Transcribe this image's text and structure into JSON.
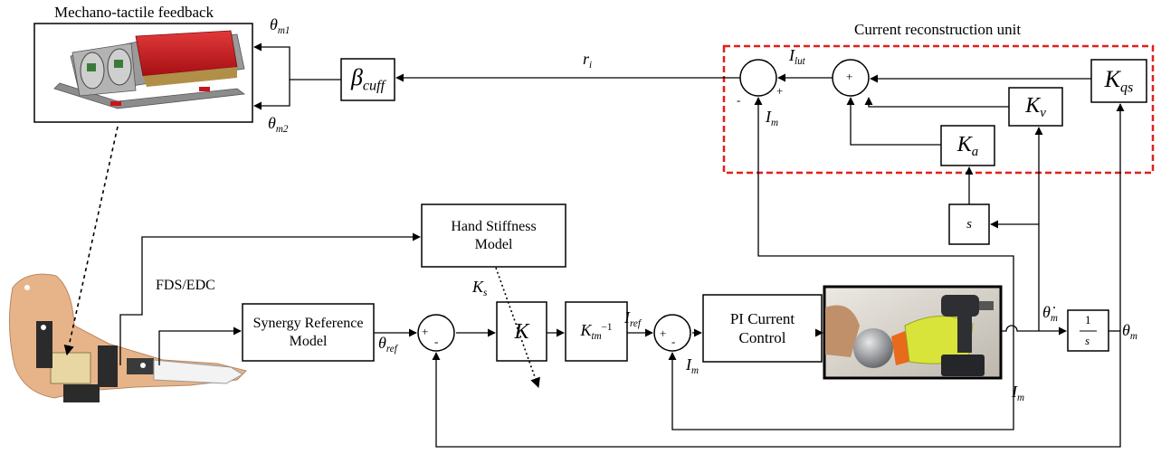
{
  "titles": {
    "feedback": "Mechano-tactile feedback",
    "reconstruction": "Current reconstruction unit"
  },
  "blocks": {
    "beta_cuff": {
      "main": "β",
      "sub": "cuff"
    },
    "k_qs": {
      "main": "K",
      "sub": "qs"
    },
    "k_v": {
      "main": "K",
      "sub": "v"
    },
    "k_a": {
      "main": "K",
      "sub": "a"
    },
    "s": "s",
    "hand_stiffness_1": "Hand Stiffness",
    "hand_stiffness_2": "Model",
    "synergy_1": "Synergy Reference",
    "synergy_2": "Model",
    "k": "K",
    "ktm": {
      "main": "K",
      "sub": "tm",
      "sup": "−1"
    },
    "pi_1": "PI Current",
    "pi_2": "Control",
    "integrator_num": "1",
    "integrator_den": "s"
  },
  "signals": {
    "theta_m1": {
      "main": "θ",
      "sub": "m1"
    },
    "theta_m2": {
      "main": "θ",
      "sub": "m2"
    },
    "r_i": {
      "main": "r",
      "sub": "i"
    },
    "i_lut": {
      "main": "I",
      "sub": "lut"
    },
    "i_m_top": {
      "main": "I",
      "sub": "m"
    },
    "fds_edc": "FDS/EDC",
    "k_s": {
      "main": "K",
      "sub": "s"
    },
    "i_ref": {
      "main": "I",
      "sub": "ref"
    },
    "theta_ref": {
      "main": "θ",
      "sub": "ref"
    },
    "i_m_mid": {
      "main": "I",
      "sub": "m"
    },
    "i_m_bottom": {
      "main": "I",
      "sub": "m"
    },
    "theta_dot_m": {
      "main": "θ̇",
      "sub": "m"
    },
    "theta_m": {
      "main": "θ",
      "sub": "m"
    }
  },
  "sum_signs": {
    "recon_left_minus": "-",
    "recon_left_plus": "+",
    "recon_right_plus": "+",
    "ref_plus": "+",
    "ref_minus": "-",
    "cur_plus": "+",
    "cur_minus": "-"
  },
  "colors": {
    "line": "#000000",
    "dashed_box": "#e0201c",
    "device_red": "#c8151c",
    "device_gray": "#8c8c8c",
    "skin": "#e7b48a",
    "photo_bg": "#d9d4cc",
    "glove_yellow": "#d8e43a"
  },
  "images": {
    "feedback_device": "device-illustration",
    "arm_prosthesis": "arm-illustration",
    "drill_photo": "robotic-hand-drill-photo"
  }
}
